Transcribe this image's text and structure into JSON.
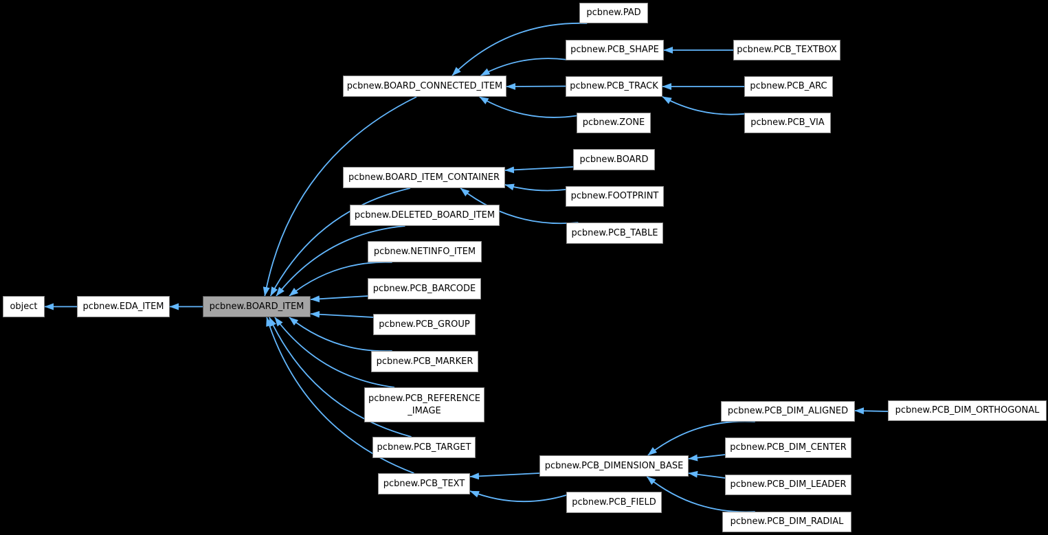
{
  "diagram": {
    "type": "class-inheritance-graph",
    "direction": "arrows point from derived class to base class (leftward)"
  },
  "colors": {
    "edge": "#63b8ff",
    "node_fill": "#ffffff",
    "node_border": "#8a8a8a",
    "hl_fill": "#a5a5a5",
    "hl_border": "#525252",
    "bg": "#000000",
    "text": "#000000"
  },
  "nodes": [
    {
      "id": "object",
      "label": "object",
      "highlighted": false
    },
    {
      "id": "eda-item",
      "label": "pcbnew.EDA_ITEM",
      "highlighted": false
    },
    {
      "id": "board-item",
      "label": "pcbnew.BOARD_ITEM",
      "highlighted": true
    },
    {
      "id": "board-connected-item",
      "label": "pcbnew.BOARD_CONNECTED_ITEM",
      "highlighted": false
    },
    {
      "id": "pad",
      "label": "pcbnew.PAD",
      "highlighted": false
    },
    {
      "id": "pcb-shape",
      "label": "pcbnew.PCB_SHAPE",
      "highlighted": false
    },
    {
      "id": "pcb-textbox",
      "label": "pcbnew.PCB_TEXTBOX",
      "highlighted": false
    },
    {
      "id": "pcb-track",
      "label": "pcbnew.PCB_TRACK",
      "highlighted": false
    },
    {
      "id": "pcb-arc",
      "label": "pcbnew.PCB_ARC",
      "highlighted": false
    },
    {
      "id": "pcb-via",
      "label": "pcbnew.PCB_VIA",
      "highlighted": false
    },
    {
      "id": "zone",
      "label": "pcbnew.ZONE",
      "highlighted": false
    },
    {
      "id": "board-item-container",
      "label": "pcbnew.BOARD_ITEM_CONTAINER",
      "highlighted": false
    },
    {
      "id": "board",
      "label": "pcbnew.BOARD",
      "highlighted": false
    },
    {
      "id": "footprint",
      "label": "pcbnew.FOOTPRINT",
      "highlighted": false
    },
    {
      "id": "pcb-table",
      "label": "pcbnew.PCB_TABLE",
      "highlighted": false
    },
    {
      "id": "deleted-board-item",
      "label": "pcbnew.DELETED_BOARD_ITEM",
      "highlighted": false
    },
    {
      "id": "netinfo-item",
      "label": "pcbnew.NETINFO_ITEM",
      "highlighted": false
    },
    {
      "id": "pcb-barcode",
      "label": "pcbnew.PCB_BARCODE",
      "highlighted": false
    },
    {
      "id": "pcb-group",
      "label": "pcbnew.PCB_GROUP",
      "highlighted": false
    },
    {
      "id": "pcb-marker",
      "label": "pcbnew.PCB_MARKER",
      "highlighted": false
    },
    {
      "id": "pcb-reference-image",
      "label": "pcbnew.PCB_REFERENCE\n_IMAGE",
      "highlighted": false
    },
    {
      "id": "pcb-target",
      "label": "pcbnew.PCB_TARGET",
      "highlighted": false
    },
    {
      "id": "pcb-text",
      "label": "pcbnew.PCB_TEXT",
      "highlighted": false
    },
    {
      "id": "pcb-dimension-base",
      "label": "pcbnew.PCB_DIMENSION_BASE",
      "highlighted": false
    },
    {
      "id": "pcb-field",
      "label": "pcbnew.PCB_FIELD",
      "highlighted": false
    },
    {
      "id": "pcb-dim-aligned",
      "label": "pcbnew.PCB_DIM_ALIGNED",
      "highlighted": false
    },
    {
      "id": "pcb-dim-orthogonal",
      "label": "pcbnew.PCB_DIM_ORTHOGONAL",
      "highlighted": false
    },
    {
      "id": "pcb-dim-center",
      "label": "pcbnew.PCB_DIM_CENTER",
      "highlighted": false
    },
    {
      "id": "pcb-dim-leader",
      "label": "pcbnew.PCB_DIM_LEADER",
      "highlighted": false
    },
    {
      "id": "pcb-dim-radial",
      "label": "pcbnew.PCB_DIM_RADIAL",
      "highlighted": false
    }
  ],
  "edges": [
    {
      "from": "eda-item",
      "to": "object"
    },
    {
      "from": "board-item",
      "to": "eda-item"
    },
    {
      "from": "board-connected-item",
      "to": "board-item"
    },
    {
      "from": "board-item-container",
      "to": "board-item"
    },
    {
      "from": "deleted-board-item",
      "to": "board-item"
    },
    {
      "from": "netinfo-item",
      "to": "board-item"
    },
    {
      "from": "pcb-barcode",
      "to": "board-item"
    },
    {
      "from": "pcb-group",
      "to": "board-item"
    },
    {
      "from": "pcb-marker",
      "to": "board-item"
    },
    {
      "from": "pcb-reference-image",
      "to": "board-item"
    },
    {
      "from": "pcb-target",
      "to": "board-item"
    },
    {
      "from": "pcb-text",
      "to": "board-item"
    },
    {
      "from": "pad",
      "to": "board-connected-item"
    },
    {
      "from": "pcb-shape",
      "to": "board-connected-item"
    },
    {
      "from": "pcb-track",
      "to": "board-connected-item"
    },
    {
      "from": "zone",
      "to": "board-connected-item"
    },
    {
      "from": "pcb-textbox",
      "to": "pcb-shape"
    },
    {
      "from": "pcb-arc",
      "to": "pcb-track"
    },
    {
      "from": "pcb-via",
      "to": "pcb-track"
    },
    {
      "from": "board",
      "to": "board-item-container"
    },
    {
      "from": "footprint",
      "to": "board-item-container"
    },
    {
      "from": "pcb-table",
      "to": "board-item-container"
    },
    {
      "from": "pcb-dimension-base",
      "to": "pcb-text"
    },
    {
      "from": "pcb-field",
      "to": "pcb-text"
    },
    {
      "from": "pcb-dim-aligned",
      "to": "pcb-dimension-base"
    },
    {
      "from": "pcb-dim-center",
      "to": "pcb-dimension-base"
    },
    {
      "from": "pcb-dim-leader",
      "to": "pcb-dimension-base"
    },
    {
      "from": "pcb-dim-radial",
      "to": "pcb-dimension-base"
    },
    {
      "from": "pcb-dim-orthogonal",
      "to": "pcb-dim-aligned"
    }
  ]
}
